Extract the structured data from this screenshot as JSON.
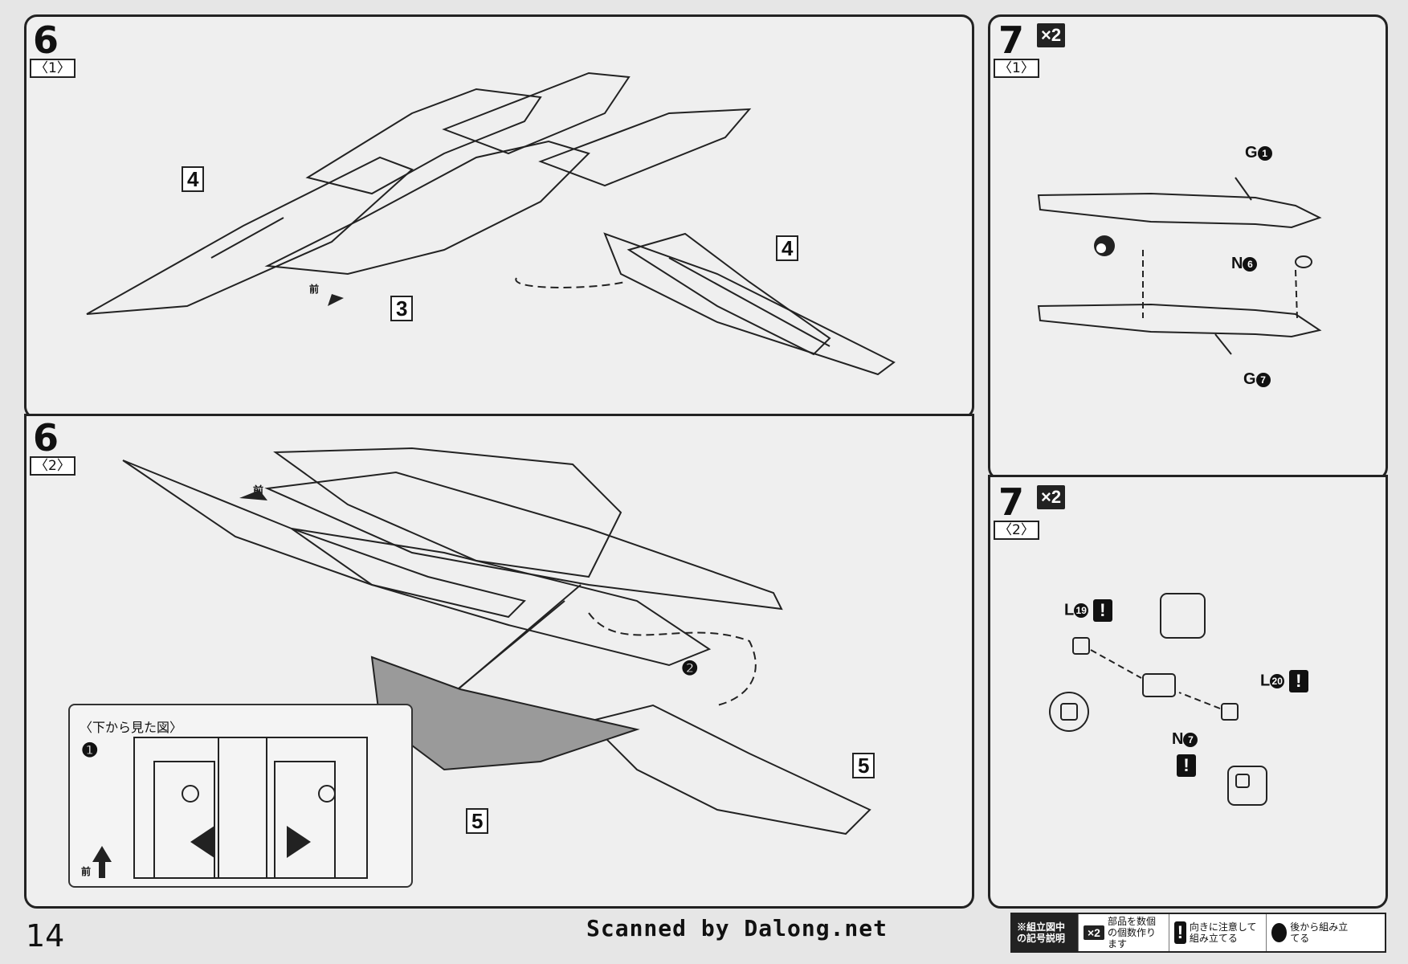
{
  "page": {
    "number": "14",
    "credit": "Scanned by Dalong.net"
  },
  "steps": {
    "s6_1": {
      "num": "6",
      "sub": "〈1〉",
      "part_left": "4",
      "part_right": "4",
      "part_mid": "3",
      "front": "前"
    },
    "s6_2": {
      "num": "6",
      "sub": "〈2〉",
      "front": "前",
      "part_a": "5",
      "part_b": "5",
      "seq2": "❷",
      "inset": {
        "title": "〈下から見た図〉",
        "seq1": "❶",
        "front": "前"
      }
    },
    "s7_1": {
      "num": "7",
      "sub": "〈1〉",
      "mult": "×2",
      "g_top": "G",
      "g_top_n": "1",
      "n_part": "N",
      "n_part_n": "6",
      "g_bot": "G",
      "g_bot_n": "7"
    },
    "s7_2": {
      "num": "7",
      "sub": "〈2〉",
      "mult": "×2",
      "l_left": "L",
      "l_left_n": "19",
      "l_right": "L",
      "l_right_n": "20",
      "n_mid": "N",
      "n_mid_n": "7",
      "excl": "!"
    }
  },
  "legend": {
    "title": "※組立図中の記号説明",
    "multi_icon": "×2",
    "multi_text": "部品を数個の個数作ります",
    "caution_icon": "!",
    "caution_text": "向きに注意して組み立てる",
    "later_text": "後から組み立てる"
  },
  "colors": {
    "line": "#222222",
    "paper": "#efefef",
    "accent_gray": "#9a9a9a"
  }
}
